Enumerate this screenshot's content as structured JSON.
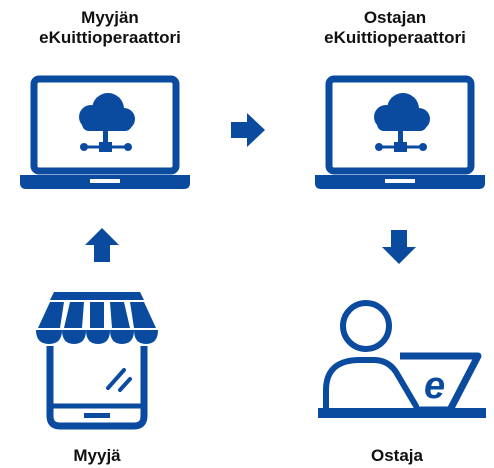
{
  "nodes": {
    "seller_operator": {
      "label": "Myyjän\neKuittioperaattori",
      "icon": "laptop-cloud-icon"
    },
    "buyer_operator": {
      "label": "Ostajan\neKuittioperaattori",
      "icon": "laptop-cloud-icon"
    },
    "seller": {
      "label": "Myyjä",
      "icon": "shop-phone-icon"
    },
    "buyer": {
      "label": "Ostaja",
      "icon": "person-laptop-icon",
      "badge": "e"
    }
  },
  "arrows": [
    {
      "from": "seller",
      "to": "seller_operator",
      "direction": "up"
    },
    {
      "from": "seller_operator",
      "to": "buyer_operator",
      "direction": "right"
    },
    {
      "from": "buyer_operator",
      "to": "buyer",
      "direction": "down"
    }
  ],
  "colors": {
    "primary": "#0a4ba0",
    "text": "#111111",
    "background": "#ffffff"
  }
}
